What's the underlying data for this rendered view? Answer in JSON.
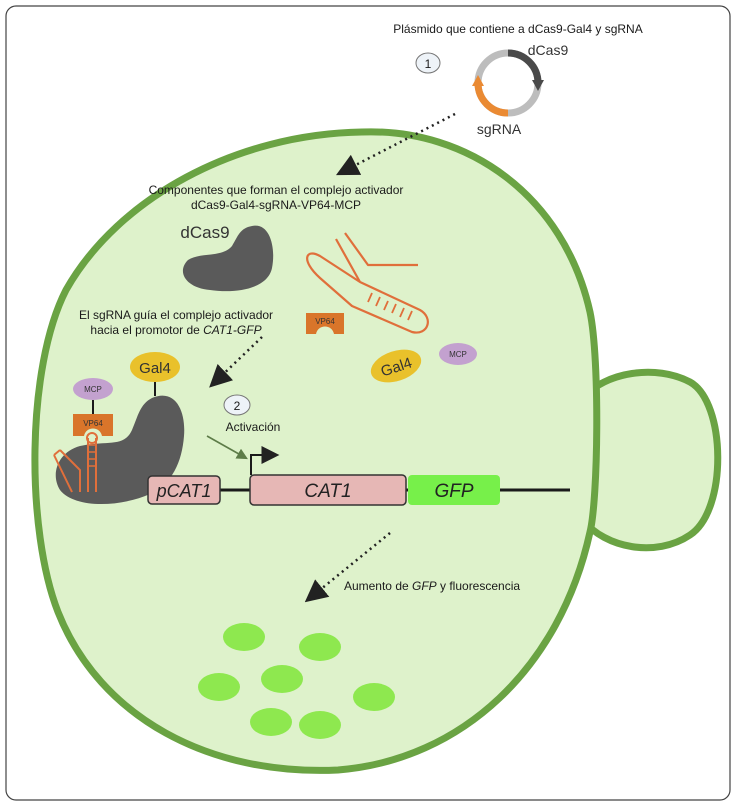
{
  "plasmid": {
    "title": "Plásmido que contiene a dCas9-Gal4 y sgRNA",
    "dcas9_label": "dCas9",
    "sgrna_label": "sgRNA"
  },
  "steps": {
    "one": "1",
    "two": "2"
  },
  "components": {
    "title_line1": "Componentes que forman el complejo activador",
    "title_line2": "dCas9-Gal4-sgRNA-VP64-MCP",
    "dcas9": "dCas9",
    "vp64": "VP64",
    "gal4": "Gal4",
    "mcp": "MCP"
  },
  "guide": {
    "line1": "El sgRNA guía el complejo activador",
    "line2_prefix": "hacia el promotor de ",
    "line2_gene": "CAT1-GFP"
  },
  "complex": {
    "gal4": "Gal4",
    "mcp": "MCP",
    "vp64": "VP64"
  },
  "activation": "Activación",
  "genes": {
    "promoter": "pCAT1",
    "cat1": "CAT1",
    "gfp": "GFP"
  },
  "result": {
    "prefix": "Aumento de ",
    "gene": "GFP",
    "suffix": " y fluorescencia"
  },
  "colors": {
    "cell_fill": "#def2cb",
    "cell_border": "#6aa343",
    "protein_gray": "#5a5a5a",
    "vp64_orange": "#d9752a",
    "gal4_yellow": "#e9c12b",
    "mcp_purple": "#c3a1cf",
    "rna_orange": "#e06f3b",
    "promoter_pink": "#e6b7b5",
    "gfp_green": "#77f04a",
    "fluorescence_green": "#8ee84f"
  }
}
